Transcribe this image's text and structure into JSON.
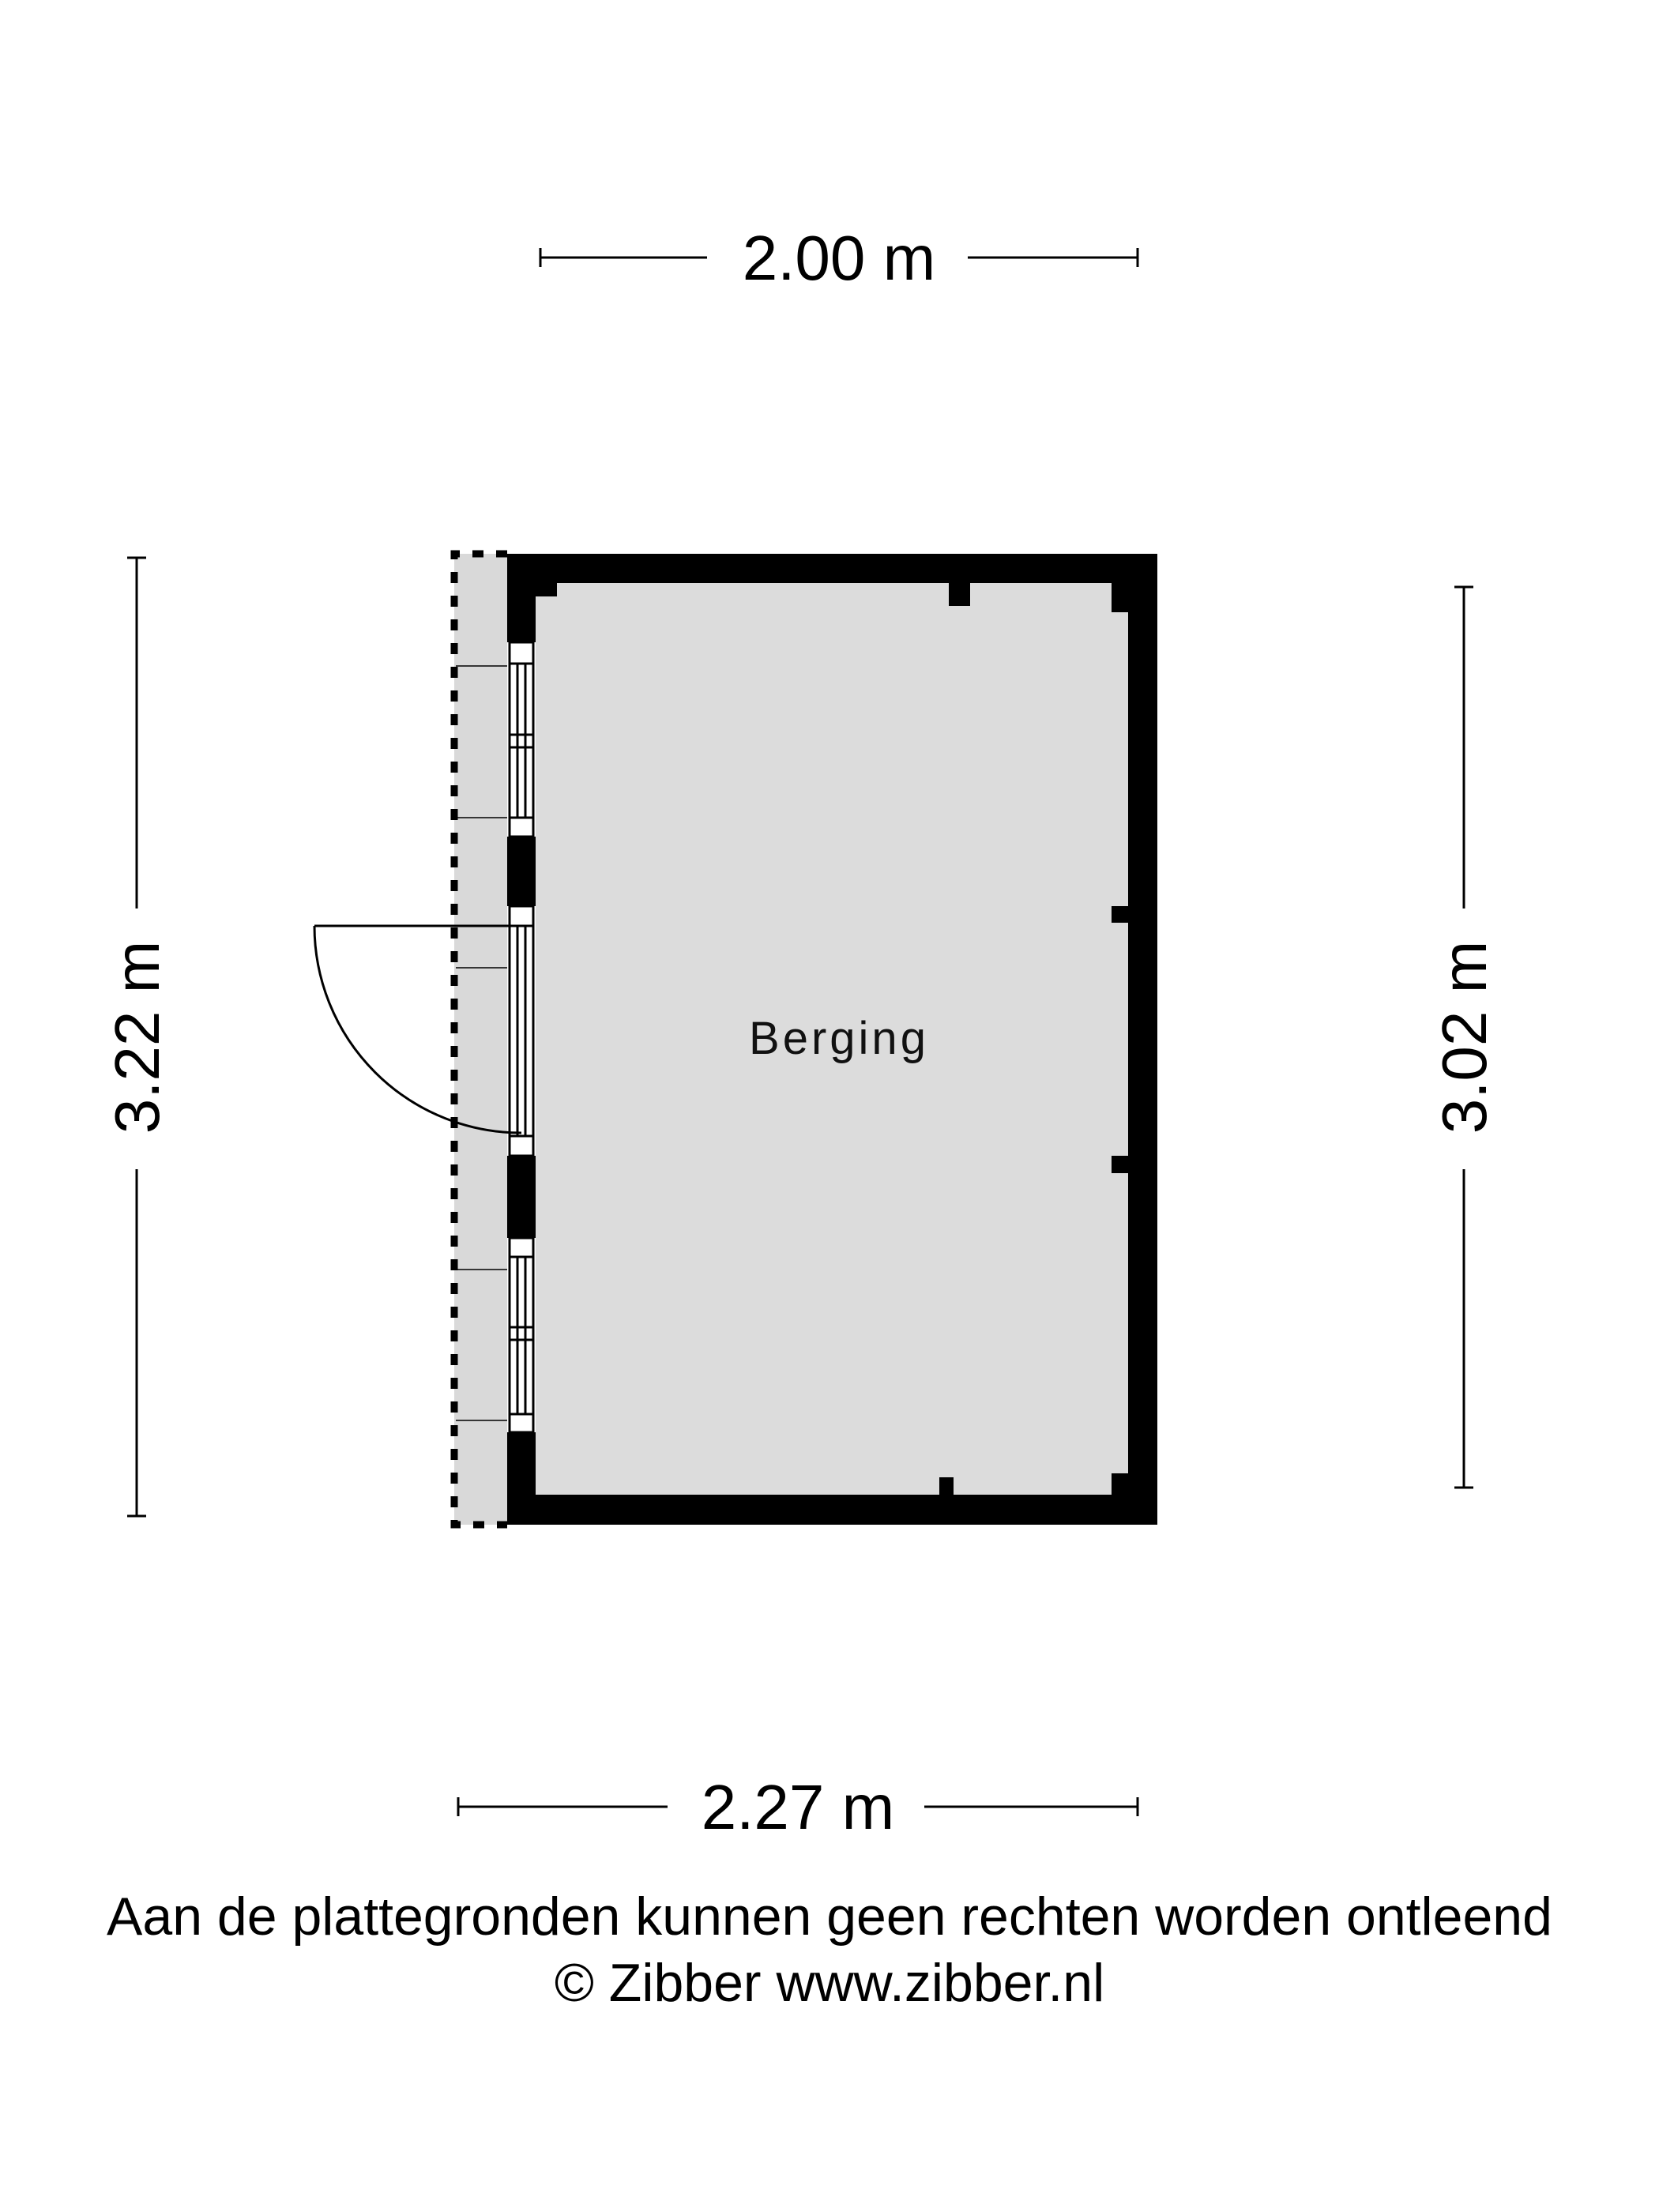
{
  "floorplan": {
    "room_label": "Berging",
    "dimensions": {
      "top": "2.00 m",
      "bottom": "2.27 m",
      "left": "3.22 m",
      "right": "3.02 m"
    },
    "colors": {
      "wall": "#000000",
      "floor": "#dcdcdc",
      "overhang": "#d9d9d9"
    }
  },
  "footer": {
    "disclaimer": "Aan de plattegronden kunnen geen rechten worden ontleend",
    "copyright": "© Zibber www.zibber.nl"
  }
}
